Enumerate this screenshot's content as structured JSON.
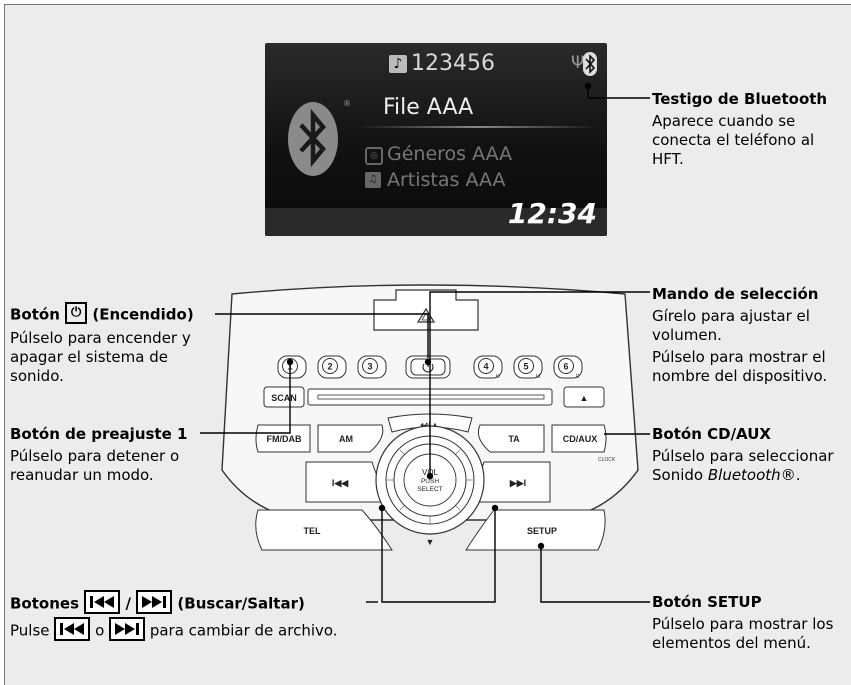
{
  "display": {
    "track": "123456",
    "file": "File AAA",
    "genre": "Géneros AAA",
    "artist": "Artistas AAA",
    "time": "12:34"
  },
  "unit": {
    "buttons": {
      "scan": "SCAN",
      "fm_dab": "FM/DAB",
      "am": "AM",
      "ta": "TA",
      "cd_aux": "CD/AUX",
      "clock": "CLOCK",
      "tel": "TEL",
      "setup": "SETUP",
      "eject": "▲",
      "back": "↩/▲",
      "down": "▼",
      "knob_vol": "VOL",
      "knob_push": "PUSH",
      "knob_select": "SELECT"
    },
    "presets": [
      "1",
      "2",
      "3",
      "4",
      "5",
      "6"
    ],
    "preset_sub": [
      "",
      "",
      "",
      "H",
      "M",
      "R"
    ]
  },
  "callouts": {
    "bluetooth_indicator": {
      "title": "Testigo de Bluetooth",
      "desc": "Aparece cuando se conecta el teléfono al HFT."
    },
    "power_button": {
      "title_prefix": "Botón",
      "title_suffix": "(Encendido)",
      "desc": "Púlselo para encender y apagar el sistema de sonido."
    },
    "preset_1": {
      "title": "Botón de preajuste 1",
      "desc": "Púlselo para detener o reanudar un modo."
    },
    "selector_knob": {
      "title": "Mando de selección",
      "desc1": "Gírelo para ajustar el volumen.",
      "desc2": "Púlselo para mostrar el nombre del dispositivo."
    },
    "cd_aux_button": {
      "title": "Botón CD/AUX",
      "desc_prefix": "Púlselo para seleccionar Sonido",
      "desc_italic": "Bluetooth",
      "desc_suffix": "®."
    },
    "seek_skip": {
      "title_prefix": "Botones",
      "title_sep": "/",
      "title_suffix": "(Buscar/Saltar)",
      "desc_prefix": "Pulse",
      "desc_or": "o",
      "desc_suffix": "para cambiar de archivo."
    },
    "setup_button": {
      "title": "Botón SETUP",
      "desc": "Púlselo para mostrar los elementos del menú."
    }
  }
}
